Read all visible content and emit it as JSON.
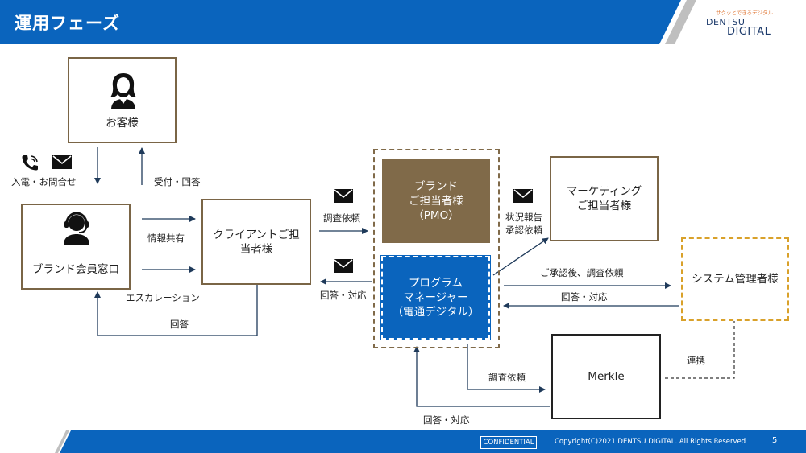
{
  "header": {
    "title": "運用フェーズ",
    "band_color": "#0a64bd",
    "logo_tagline": "サクッとできるデジタル",
    "logo_line1": "DENTSU",
    "logo_line2": "DIGITAL"
  },
  "nodes": {
    "customer": "お客様",
    "brand_desk": "ブランド会員窓口",
    "client_contact": "クライアントご担\n当者様",
    "brand_pmo": "ブランド\nご担当者様\n（PMO）",
    "program_manager": "プログラム\nマネージャー\n（電通デジタル）",
    "marketing_contact": "マーケティング\nご担当者様",
    "system_admin": "システム管理者様",
    "merkle": "Merkle"
  },
  "edge_labels": {
    "inquiry": "入電・お問合せ",
    "reception_reply": "受付・回答",
    "info_share": "情報共有",
    "escalation": "エスカレーション",
    "reply": "回答",
    "investigation_request_1": "調査依頼",
    "reply_response_1": "回答・対応",
    "status_report": "状況報告\n承認依頼",
    "approval_investigation": "ご承認後、調査依頼",
    "reply_response_2": "回答・対応",
    "coordination": "連携",
    "investigation_request_2": "調査依頼",
    "reply_response_3": "回答・対応"
  },
  "icons": {
    "customer": "person-icon",
    "operator": "headset-operator-icon",
    "phone": "phone-icon",
    "mail": "mail-icon"
  },
  "colors": {
    "brown": "#806a49",
    "blue": "#0a64bd",
    "navy": "#1f3a5a",
    "gold": "#d9a12a"
  },
  "footer": {
    "confidential": "CONFIDENTIAL",
    "copyright": "Copyright(C)2021 DENTSU DIGITAL. All Rights Reserved",
    "page_number": "5"
  }
}
